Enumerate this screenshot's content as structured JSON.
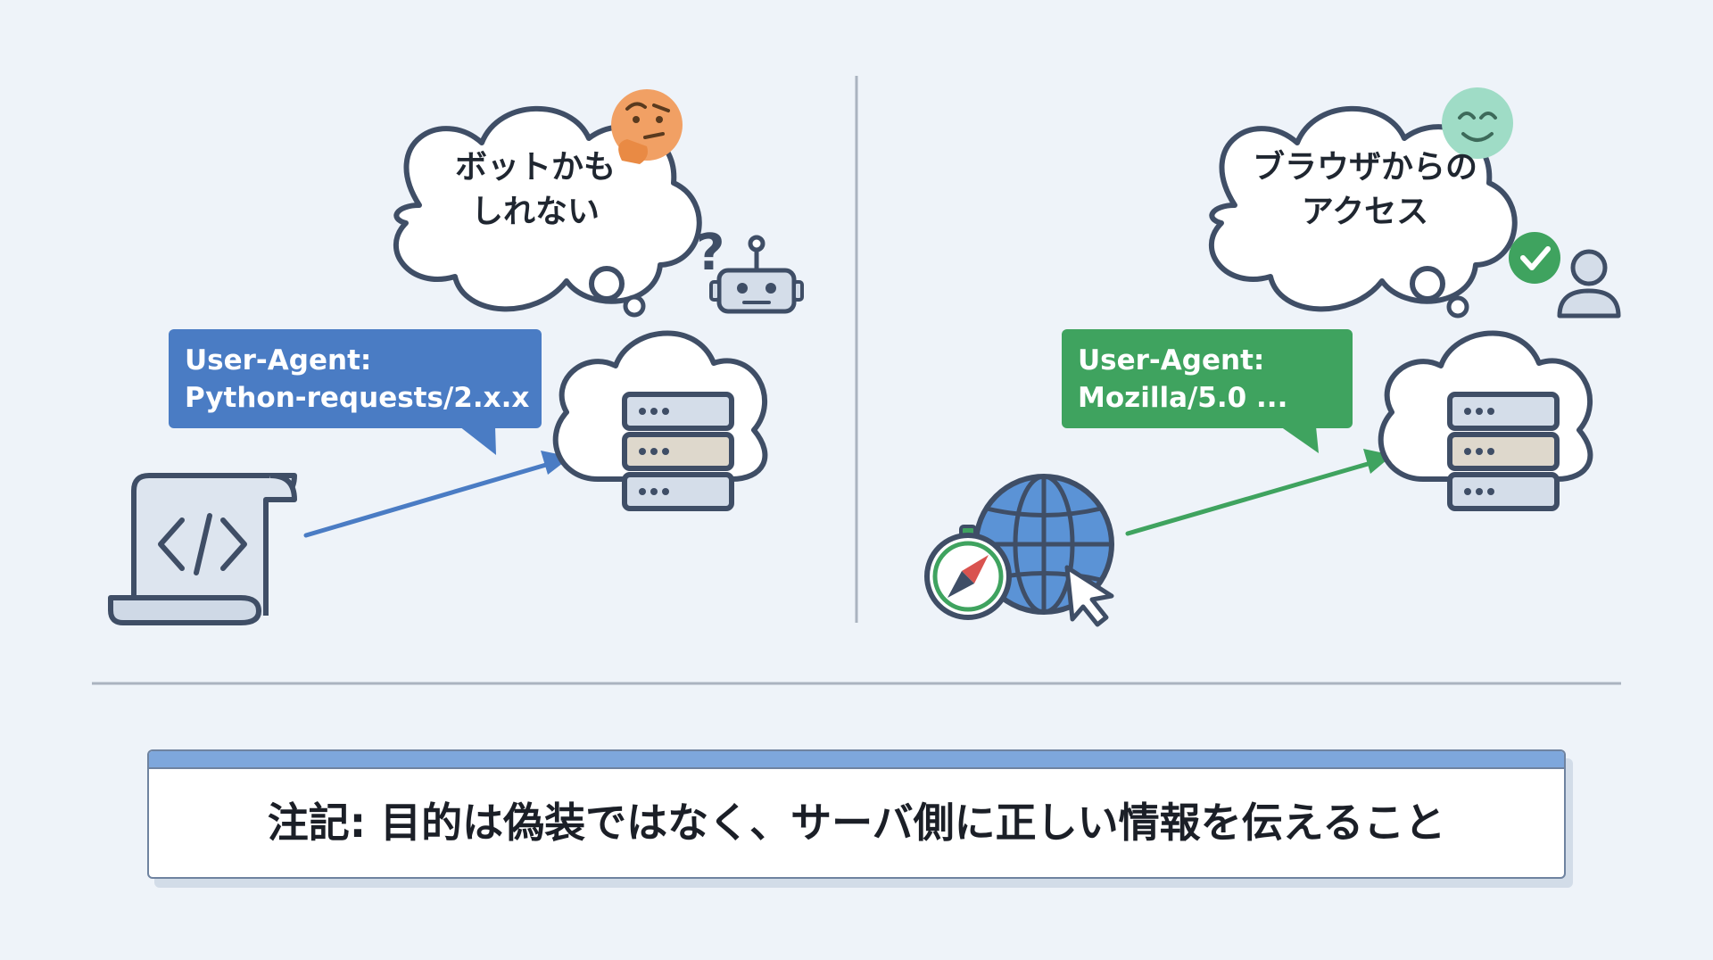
{
  "left_panel": {
    "thought": {
      "line1": "ボットかも",
      "line2": "しれない"
    },
    "emoji": "🤔",
    "question_mark": "?",
    "user_agent": {
      "line1": "User-Agent:",
      "line2": "Python-requests/2.x.x"
    },
    "icons": [
      "thinking-face-icon",
      "question-mark-icon",
      "robot-icon",
      "cloud-server-icon",
      "code-scroll-icon"
    ],
    "accent_color": "#4a7cc4"
  },
  "right_panel": {
    "thought": {
      "line1": "ブラウザからの",
      "line2": "アクセス"
    },
    "emoji": "😊",
    "user_agent": {
      "line1": "User-Agent:",
      "line2": "Mozilla/5.0 ..."
    },
    "icons": [
      "smiling-face-icon",
      "check-icon",
      "user-icon",
      "cloud-server-icon",
      "globe-icon",
      "compass-icon",
      "cursor-icon"
    ],
    "accent_color": "#3fa35f"
  },
  "note": {
    "text": "注記: 目的は偽装ではなく、サーバ側に正しい情報を伝えること"
  }
}
